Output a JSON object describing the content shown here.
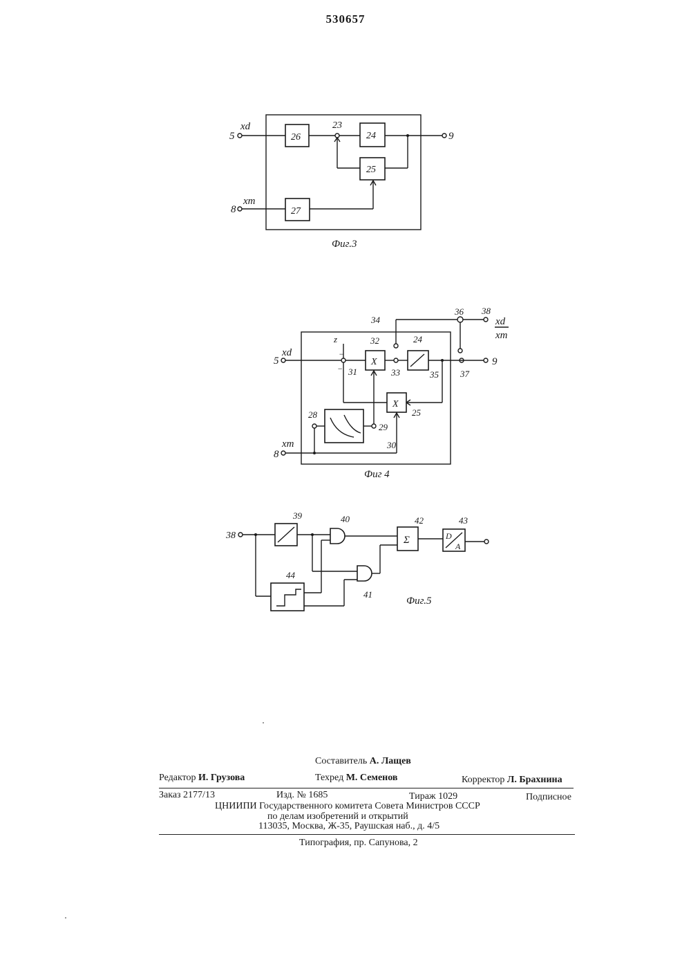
{
  "patent_number": "530657",
  "fig3": {
    "caption": "Фиг.3",
    "in5": "5",
    "in5_label": "xd",
    "in8": "8",
    "in8_label": "xm",
    "out9": "9",
    "node23": "23",
    "block26": "26",
    "block24": "24",
    "block25": "25",
    "block27": "27"
  },
  "fig4": {
    "caption": "Фиг 4",
    "in5": "5",
    "in5_label": "xd",
    "in8": "8",
    "in8_label": "xm",
    "z_label": "z",
    "out9": "9",
    "out38": "38",
    "out38_label_top": "xd",
    "out38_label_bottom": "xm",
    "n36": "36",
    "n34": "34",
    "n32": "32",
    "n24": "24",
    "n31": "31",
    "n33": "33",
    "n35": "35",
    "n37": "37",
    "n25": "25",
    "n28": "28",
    "n29": "29",
    "n30": "30",
    "mult_symbol": "X"
  },
  "fig5": {
    "caption": "Фиг.5",
    "in38": "38",
    "n39": "39",
    "n40": "40",
    "n41": "41",
    "n42": "42",
    "n43": "43",
    "n44": "44",
    "sum_symbol": "Σ",
    "da_top": "D",
    "da_bottom": "A"
  },
  "footer": {
    "compiler_label": "Составитель",
    "compiler_name": "А. Лащев",
    "editor_label": "Редактор",
    "editor_name": "И. Грузова",
    "techred_label": "Техред",
    "techred_name": "М. Семенов",
    "corrector_label": "Корректор",
    "corrector_name": "Л. Брахнина",
    "order": "Заказ 2177/13",
    "edition": "Изд. № 1685",
    "circulation": "Тираж 1029",
    "subscription": "Подписное",
    "org_line1": "ЦНИИПИ Государственного комитета Совета Министров СССР",
    "org_line2": "по делам изобретений и открытий",
    "org_line3": "113035, Москва, Ж-35, Раушская наб., д. 4/5",
    "printer": "Типография, пр. Сапунова, 2"
  }
}
